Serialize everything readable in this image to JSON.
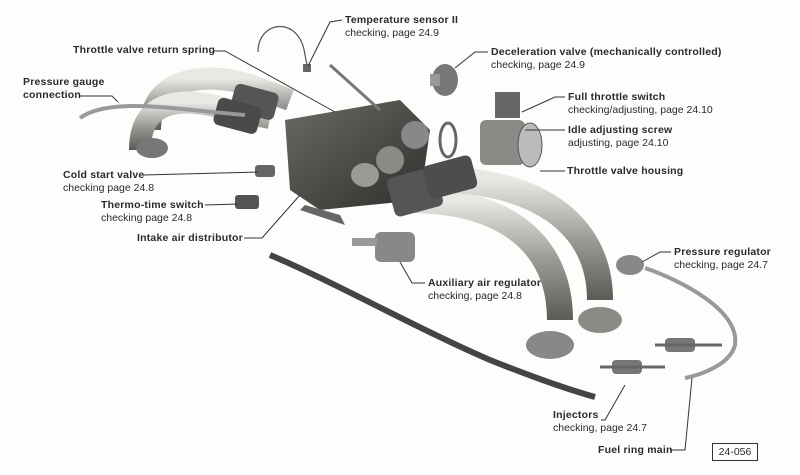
{
  "labels": {
    "temp_sensor": {
      "title": "Temperature sensor II",
      "sub": "checking, page 24.9"
    },
    "return_spring": {
      "title": "Throttle valve return spring"
    },
    "pressure_gauge": {
      "title1": "Pressure gauge",
      "title2": "connection"
    },
    "decel_valve": {
      "title": "Deceleration valve (mechanically controlled)",
      "sub": "checking, page 24.9"
    },
    "full_throttle": {
      "title": "Full throttle switch",
      "sub": "checking/adjusting, page 24.10"
    },
    "idle_screw": {
      "title": "Idle adjusting screw",
      "sub": "adjusting, page 24.10"
    },
    "throttle_housing": {
      "title": "Throttle valve housing"
    },
    "cold_start": {
      "title": "Cold start valve",
      "sub": "checking page 24.8"
    },
    "thermo_time": {
      "title": "Thermo-time switch",
      "sub": "checking page 24.8"
    },
    "intake_dist": {
      "title": "Intake air distributor"
    },
    "aux_air": {
      "title": "Auxiliary air regulator",
      "sub": "checking, page 24.8"
    },
    "pressure_reg": {
      "title": "Pressure regulator",
      "sub": "checking, page 24.7"
    },
    "injectors": {
      "title": "Injectors",
      "sub": "checking, page 24.7"
    },
    "fuel_ring": {
      "title": "Fuel ring main"
    }
  },
  "figure_number": "24-056"
}
